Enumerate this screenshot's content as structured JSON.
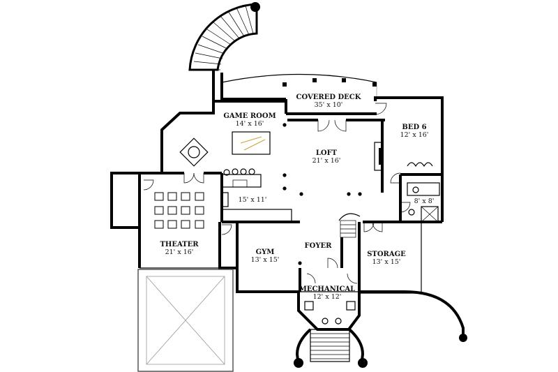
{
  "rooms": [
    {
      "key": "covered_deck",
      "name": "COVERED DECK",
      "size": "35' x 10'"
    },
    {
      "key": "game_room",
      "name": "GAME ROOM",
      "size": "14' x 16'"
    },
    {
      "key": "bed6",
      "name": "BED 6",
      "size": "12' x 16'"
    },
    {
      "key": "loft",
      "name": "LOFT",
      "size": "21' x 16'"
    },
    {
      "key": "kitchen",
      "name": "",
      "size": "15' x 11'"
    },
    {
      "key": "bath",
      "name": "",
      "size": "8' x 8'"
    },
    {
      "key": "theater",
      "name": "THEATER",
      "size": "21' x 16'"
    },
    {
      "key": "gym",
      "name": "GYM",
      "size": "13' x 15'"
    },
    {
      "key": "foyer",
      "name": "FOYER",
      "size": ""
    },
    {
      "key": "storage",
      "name": "STORAGE",
      "size": "13' x 15'"
    },
    {
      "key": "mechanical",
      "name": "MECHANICAL",
      "size": "12' x 12'"
    }
  ]
}
